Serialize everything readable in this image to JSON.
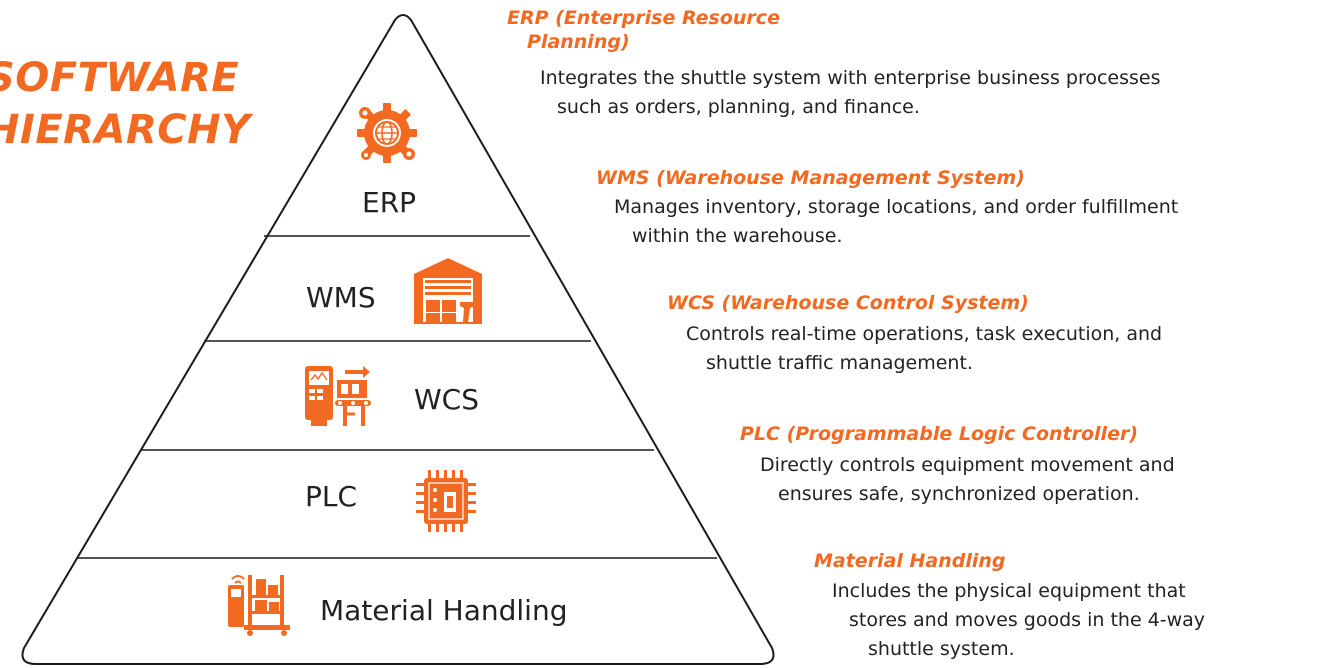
{
  "title": {
    "line1": "SOFTWARE",
    "line2": "HIERARCHY"
  },
  "colors": {
    "accent": "#f26a21",
    "text": "#222222",
    "outline": "#1a1a1a"
  },
  "levels": [
    {
      "label": "ERP",
      "icon": "gear-globe-icon"
    },
    {
      "label": "WMS",
      "icon": "warehouse-icon"
    },
    {
      "label": "WCS",
      "icon": "control-console-icon"
    },
    {
      "label": "PLC",
      "icon": "microchip-icon"
    },
    {
      "label": "Material Handling",
      "icon": "forklift-shelf-icon"
    }
  ],
  "descriptions": [
    {
      "head": [
        "ERP (Enterprise Resource",
        "Planning)"
      ],
      "body": [
        "Integrates the shuttle system with enterprise business processes",
        "such as orders, planning, and finance."
      ]
    },
    {
      "head": [
        "WMS (Warehouse Management System)"
      ],
      "body": [
        "Manages inventory, storage locations, and order fulfillment",
        "within the warehouse."
      ]
    },
    {
      "head": [
        "WCS (Warehouse Control System)"
      ],
      "body": [
        "Controls real-time operations, task execution, and",
        "shuttle traffic management."
      ]
    },
    {
      "head": [
        "PLC (Programmable Logic Controller)"
      ],
      "body": [
        "Directly controls equipment movement and",
        "ensures safe, synchronized operation."
      ]
    },
    {
      "head": [
        "Material Handling"
      ],
      "body": [
        "Includes the physical equipment that",
        "stores and moves goods in the 4-way",
        "shuttle system."
      ]
    }
  ]
}
